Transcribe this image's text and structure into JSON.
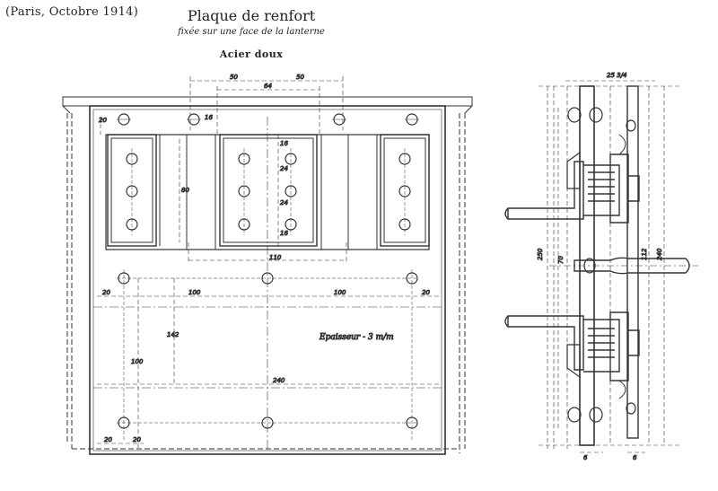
{
  "header": {
    "date_note": "(Paris, Octobre 1914)",
    "title": "Plaque de renfort",
    "subtitle": "fixée sur une face de la lanterne",
    "material": "Acier doux"
  },
  "front_view": {
    "dimensions": {
      "top_left_half": "50",
      "top_right_half": "50",
      "top_inner": "64",
      "corner_top": "20",
      "corner_side": "16",
      "bar_height": "80",
      "spacing_a": "24",
      "spacing_b": "24",
      "spacing_c": "16",
      "spacing_d": "16",
      "bar_width": "110",
      "left_margin_mid": "20",
      "half_width_left": "100",
      "half_width_right": "100",
      "right_margin_mid": "20",
      "vertical_total": "142",
      "vertical_lower": "100",
      "full_width": "240",
      "bottom_left": "20",
      "bottom_corner": "20"
    },
    "thickness_note": "Epaisseur - 3 m/m"
  },
  "side_view": {
    "dimensions": {
      "top_width": "25 3/4",
      "total_height": "250",
      "inner_height": "70",
      "right_inner": "112",
      "right_total": "240",
      "bottom_left": "6",
      "bottom_right": "6"
    }
  }
}
